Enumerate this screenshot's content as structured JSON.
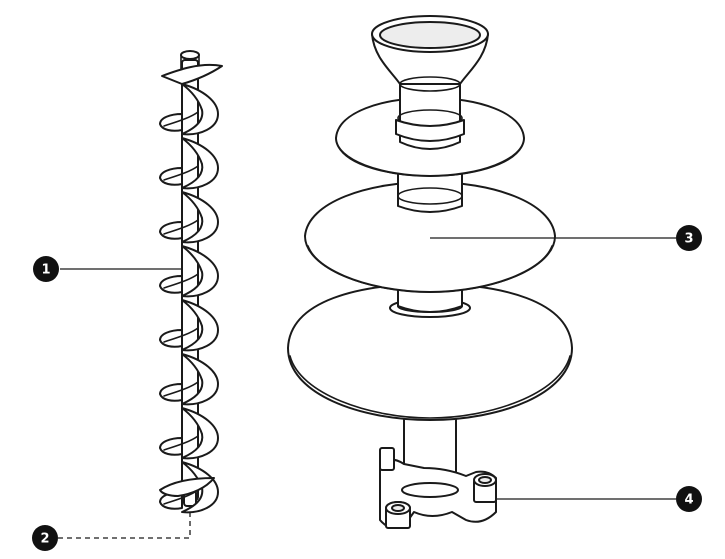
{
  "callouts": {
    "c1": "1",
    "c2": "2",
    "c3": "3",
    "c4": "4"
  },
  "colors": {
    "outline": "#1a1a1a",
    "badge_fill": "#111111",
    "badge_text": "#ffffff",
    "background": "#ffffff"
  }
}
